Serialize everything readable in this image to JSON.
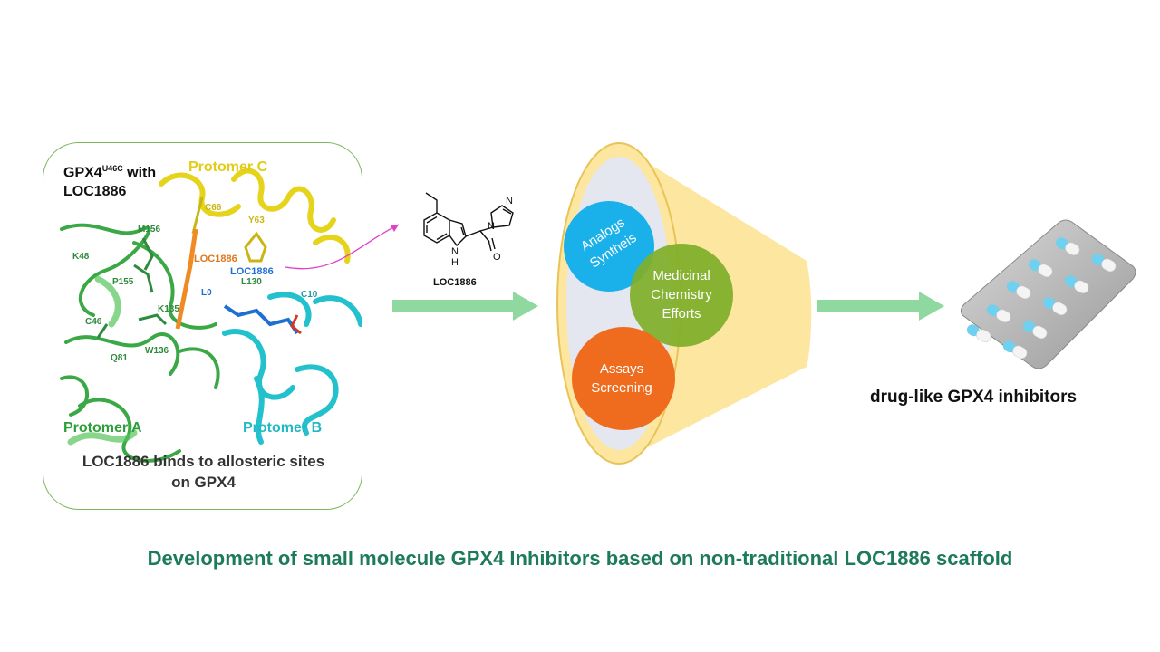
{
  "panel": {
    "title_main": "GPX4",
    "title_sup": "U46C",
    "title_rest": " with",
    "title_line2": "LOC1886",
    "caption_line1": "LOC1886 binds to allosteric sites",
    "caption_line2": "on GPX4",
    "protomer_a": "Protomer A",
    "protomer_b": "Protomer B",
    "protomer_c": "Protomer C",
    "ligand_orange": "LOC1886",
    "ligand_blue": "LOC1886",
    "residues": [
      "C66",
      "Y63",
      "M156",
      "K48",
      "P155",
      "C46",
      "K135",
      "L130",
      "W136",
      "Q81",
      "L0",
      "C10"
    ]
  },
  "molecule": {
    "name": "LOC1886",
    "atom_N": "N",
    "atom_H": "H",
    "atom_O": "O",
    "atom_N2": "N"
  },
  "funnel": {
    "circle1_line1": "Analogs",
    "circle1_line2": "Syntheis",
    "circle2_line1": "Medicinal",
    "circle2_line2": "Chemistry",
    "circle2_line3": "Efforts",
    "circle3_line1": "Assays",
    "circle3_line2": "Screening"
  },
  "result_label": "drug-like GPX4 inhibitors",
  "footer": "Development of small molecule GPX4 Inhibitors based on non-traditional LOC1886 scaffold",
  "colors": {
    "protomer_a": "#2e9e3a",
    "protomer_b": "#22b8c4",
    "protomer_c": "#e3d21a",
    "arrow": "#8fd9a0",
    "funnel": "#fde7a0",
    "circle_blue": "#1ab0ea",
    "circle_green": "#7fae2a",
    "circle_orange": "#ef6b1e",
    "footer": "#1d7a5c"
  }
}
